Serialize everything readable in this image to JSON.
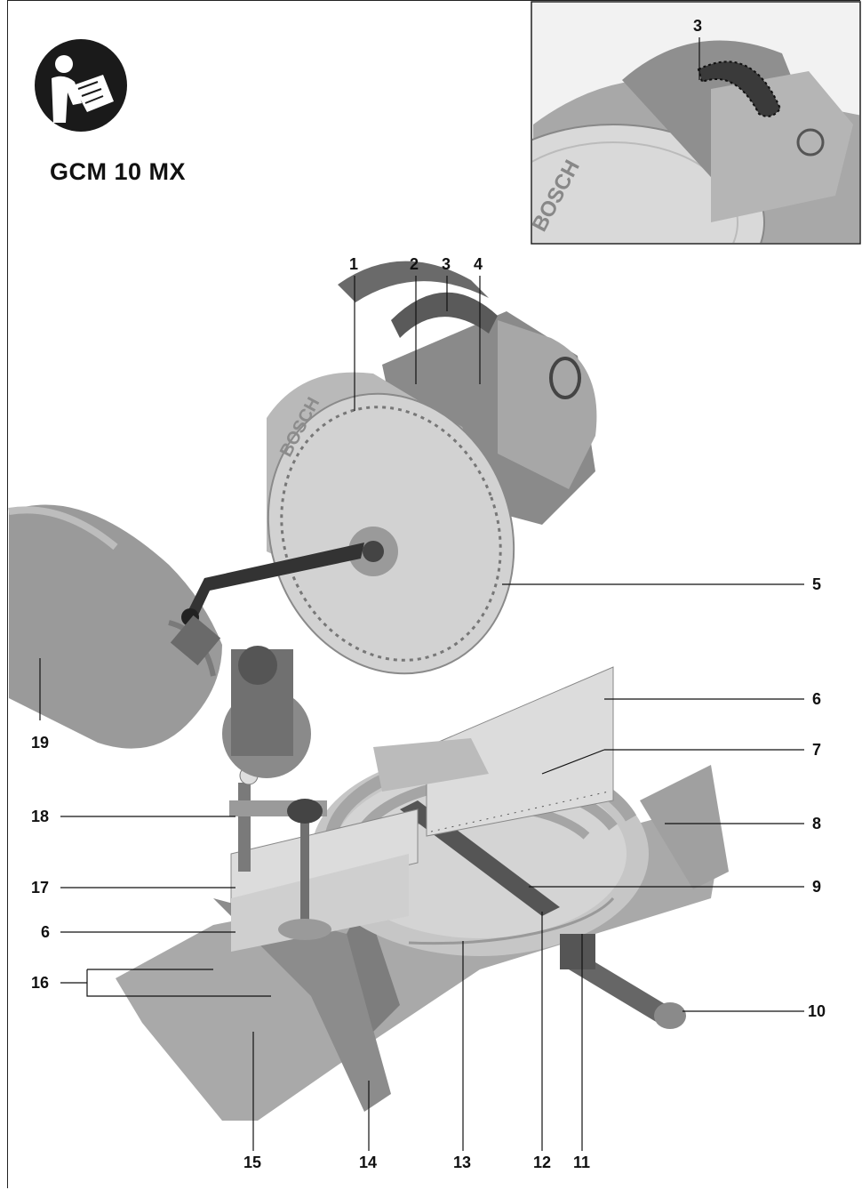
{
  "model_name": "GCM 10 MX",
  "icon": "read-manual-icon",
  "brand_logo_text": "BOSCH",
  "inset_callouts": [
    "3"
  ],
  "callouts": {
    "c1": "1",
    "c2": "2",
    "c3": "3",
    "c4": "4",
    "c5": "5",
    "c6a": "6",
    "c6b": "6",
    "c7": "7",
    "c8": "8",
    "c9": "9",
    "c10": "10",
    "c11": "11",
    "c12": "12",
    "c13": "13",
    "c14": "14",
    "c15": "15",
    "c16": "16",
    "c17": "17",
    "c18": "18",
    "c19": "19"
  },
  "colors": {
    "body": "#9a9a9a",
    "dark": "#3c3c3c",
    "light": "#c8c8c8",
    "base": "#b3b3b3"
  }
}
